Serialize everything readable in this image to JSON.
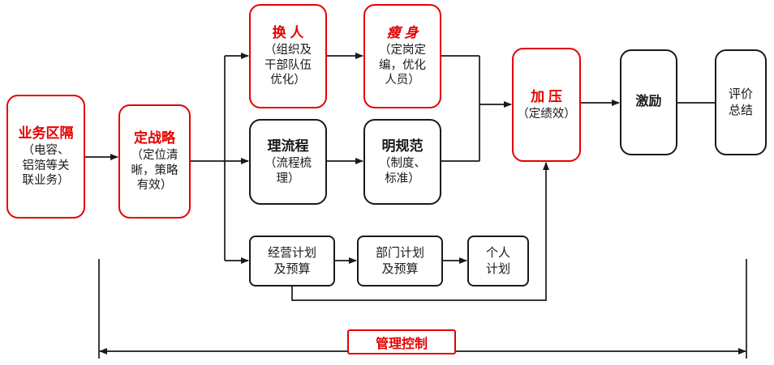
{
  "colors": {
    "accent_red": "#e60000",
    "line_black": "#1a1a1a",
    "background": "#ffffff"
  },
  "nodes": {
    "business": {
      "title": "业务区隔",
      "subtitle": "（电容、\n铝箔等关\n联业务）"
    },
    "strategy": {
      "title": "定战略",
      "subtitle": "（定位清\n晰，策略\n有效）"
    },
    "replace": {
      "title": "换 人",
      "subtitle": "（组织及\n干部队伍\n优化）"
    },
    "slim": {
      "title": "瘦 身",
      "subtitle": "（定岗定\n编，优化\n人员）"
    },
    "process": {
      "title": "理流程",
      "subtitle": "（流程梳\n理）"
    },
    "standard": {
      "title": "明规范",
      "subtitle": "（制度、\n标准）"
    },
    "biz_plan": {
      "label": "经营计划\n及预算"
    },
    "dept_plan": {
      "label": "部门计划\n及预算"
    },
    "personal_plan": {
      "label": "个人\n计划"
    },
    "pressure": {
      "title": "加 压",
      "subtitle": "（定绩效）"
    },
    "incentive": {
      "label": "激励"
    },
    "evaluation": {
      "label": "评价\n总结"
    },
    "control": {
      "label": "管理控制"
    }
  }
}
